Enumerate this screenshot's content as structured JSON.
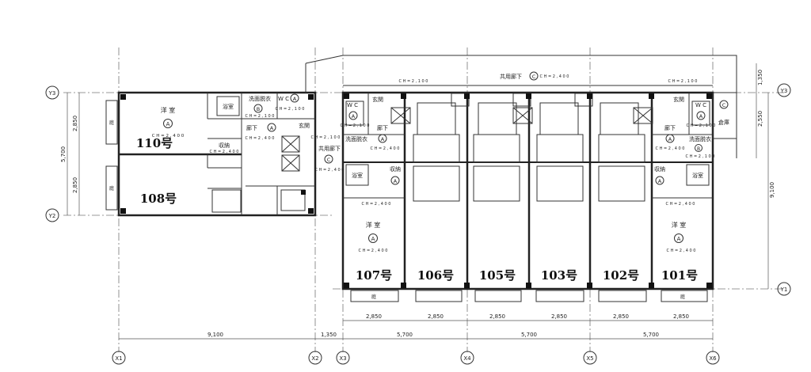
{
  "units": {
    "u101": "101号",
    "u102": "102号",
    "u103": "103号",
    "u105": "105号",
    "u106": "106号",
    "u107": "107号",
    "u108": "108号",
    "u110": "110号"
  },
  "rooms": {
    "youshitsu": "洋 室",
    "yokushitsu": "浴室",
    "senmen": "洗面脱衣",
    "wc": "W C",
    "roka": "廊下",
    "genkan": "玄関",
    "shuno": "収納",
    "souko": "倉庫",
    "kyoyo_roka": "共用廊下",
    "niwa": "庭"
  },
  "grades": {
    "a": "A",
    "b": "B",
    "c": "C"
  },
  "ceilings": {
    "ch2400": "C H = 2 , 4 0 0",
    "ch2100": "C H = 2 , 1 0 0"
  },
  "axes": {
    "x1": "X1",
    "x2": "X2",
    "x3": "X3",
    "x4": "X4",
    "x5": "X5",
    "x6": "X6",
    "y1": "Y1",
    "y2": "Y2",
    "y3": "Y3"
  },
  "dims": {
    "d9100": "9,100",
    "d1350": "1,350",
    "d5700": "5,700",
    "d2850": "2,850",
    "d2550": "2,550",
    "d1350v": "1,350",
    "d9100v": "9,100",
    "d2850v": "2,850",
    "d2850v2": "2,850",
    "d5700v": "5,700"
  }
}
